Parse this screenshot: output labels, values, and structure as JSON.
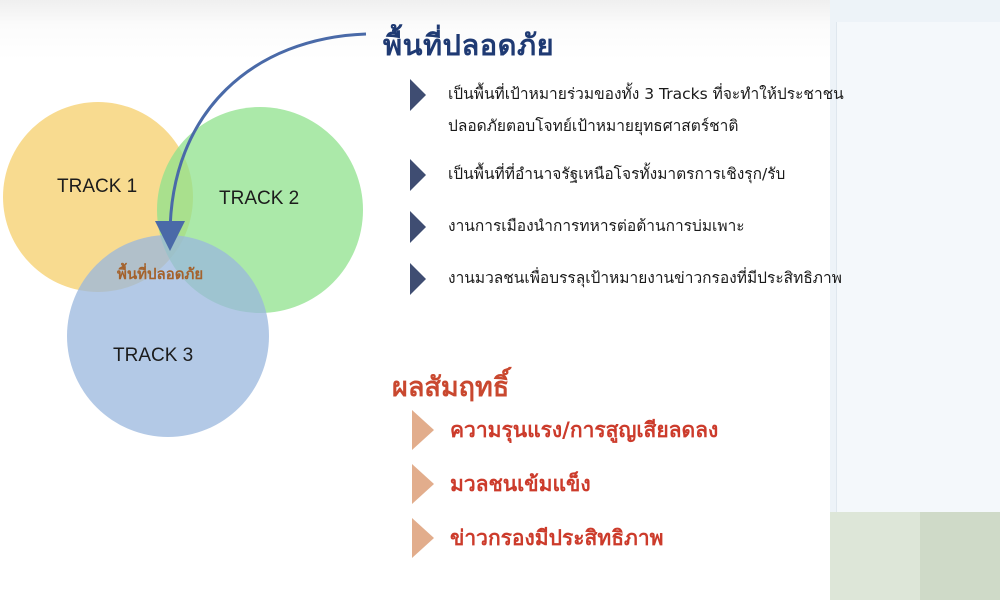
{
  "diagram": {
    "circles": [
      {
        "label": "TRACK 1",
        "color": "#f5cf6b"
      },
      {
        "label": "TRACK 2",
        "color": "#8fe18c"
      },
      {
        "label": "TRACK 3",
        "color": "#9ab7dd"
      }
    ],
    "center_label": "พื้นที่ปลอดภัย",
    "arrow_color": "#4a6aa8"
  },
  "safe_zone": {
    "title": "พื้นที่ปลอดภัย",
    "bullets": [
      {
        "line1": "เป็นพื้นที่เป้าหมายร่วมของทั้ง 3 Tracks ที่จะทำให้ประชาชน",
        "line2": "ปลอดภัยตอบโจทย์เป้าหมายยุทธศาสตร์ชาติ"
      },
      {
        "line1": "เป็นพื้นที่ที่อำนาจรัฐเหนือโจรทั้งมาตรการเชิงรุก/รับ",
        "line2": ""
      },
      {
        "line1": "งานการเมืองนำการทหารต่อต้านการบ่มเพาะ",
        "line2": ""
      },
      {
        "line1": "งานมวลชนเพื่อบรรลุเป้าหมายงานข่าวกรองที่มีประสิทธิภาพ",
        "line2": ""
      }
    ]
  },
  "outcomes": {
    "title": "ผลสัมฤทธิ์",
    "items": [
      "ความรุนแรง/การสูญเสียลดลง",
      "มวลชนเข้มแข็ง",
      "ข่าวกรองมีประสิทธิภาพ"
    ]
  },
  "colors": {
    "title_blue": "#1f3a73",
    "title_red": "#c9482f",
    "bullet_blue": "#3f4d72",
    "bullet_tan": "#e2ad8c"
  }
}
